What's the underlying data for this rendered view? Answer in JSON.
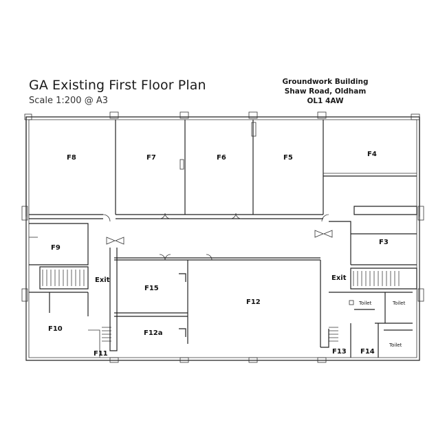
{
  "header": {
    "title": "GA Existing First Floor Plan",
    "scale": "Scale 1:200 @ A3"
  },
  "address": {
    "line1": "Groundwork Building",
    "line2": "Shaw Road, Oldham",
    "line3": "OL1 4AW"
  },
  "rooms": {
    "f8": "F8",
    "f7": "F7",
    "f6": "F6",
    "f5": "F5",
    "f4": "F4",
    "f9": "F9",
    "f3": "F3",
    "f15": "F15",
    "f12": "F12",
    "f12a": "F12a",
    "f10": "F10",
    "f11": "F11",
    "f13": "F13",
    "f14": "F14"
  },
  "labels": {
    "exit_left": "Exit",
    "exit_right": "Exit",
    "toilet_1": "Toilet",
    "toilet_2": "Toilet",
    "toilet_3": "Toilet"
  }
}
